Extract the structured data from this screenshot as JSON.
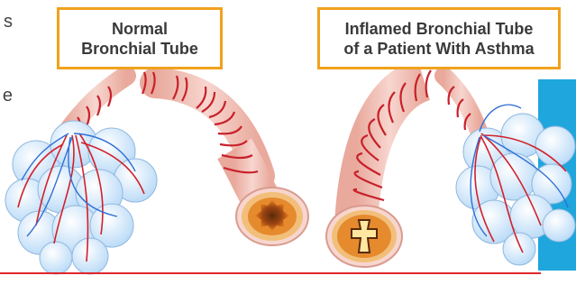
{
  "edge_text": {
    "line1": "s",
    "line2": "e"
  },
  "labels": {
    "normal": {
      "line1": "Normal",
      "line2": "Bronchial Tube"
    },
    "inflamed": {
      "line1": "Inflamed Bronchial Tube",
      "line2": "of a Patient With Asthma"
    }
  },
  "colors": {
    "label_border": "#f0a21e",
    "tube_pink": "#f2c3ba",
    "tube_band": "#c8202a",
    "alveoli_blue": "#cfe6fb",
    "vein_red": "#d3202a",
    "vein_blue": "#2f6fd6",
    "blue_strip": "#1ea6dd",
    "rule_red": "#e0262a",
    "lumen_orange": "#e8801e"
  }
}
